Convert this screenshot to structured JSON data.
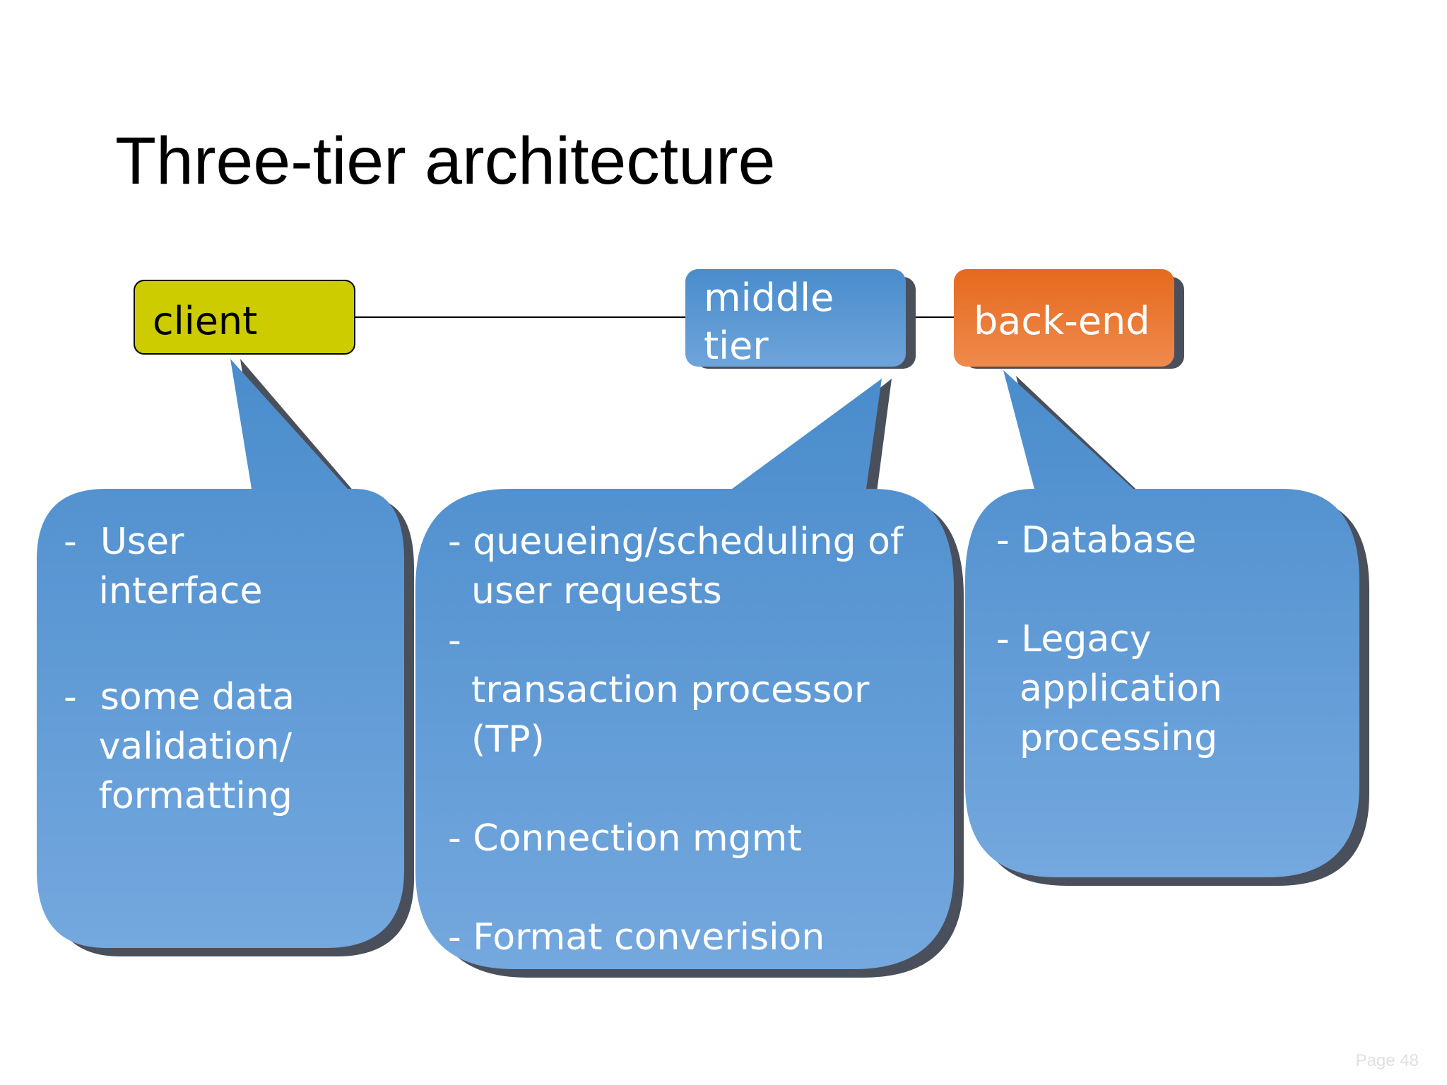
{
  "title": "Three-tier architecture",
  "tiers": {
    "client": "client",
    "middle": [
      "middle",
      "tier"
    ],
    "backend": "back-end"
  },
  "callouts": {
    "client": [
      "-  User",
      "   interface",
      "",
      "-  some data",
      "   validation/",
      "   formatting"
    ],
    "middle": [
      "- queueing/scheduling of",
      "  user requests",
      "-",
      "  transaction processor",
      "  (TP)",
      "",
      "- Connection mgmt",
      "",
      "- Format converision"
    ],
    "backend": [
      "- Database",
      "",
      "- Legacy",
      "  application",
      "  processing"
    ]
  },
  "colors": {
    "client_box": "#cccc00",
    "middle_box": "#4a8ccc",
    "backend_box": "#e8702a",
    "bubble": "#5a98d6",
    "shadow": "#4a4f5c"
  },
  "page_label": "Page 48"
}
